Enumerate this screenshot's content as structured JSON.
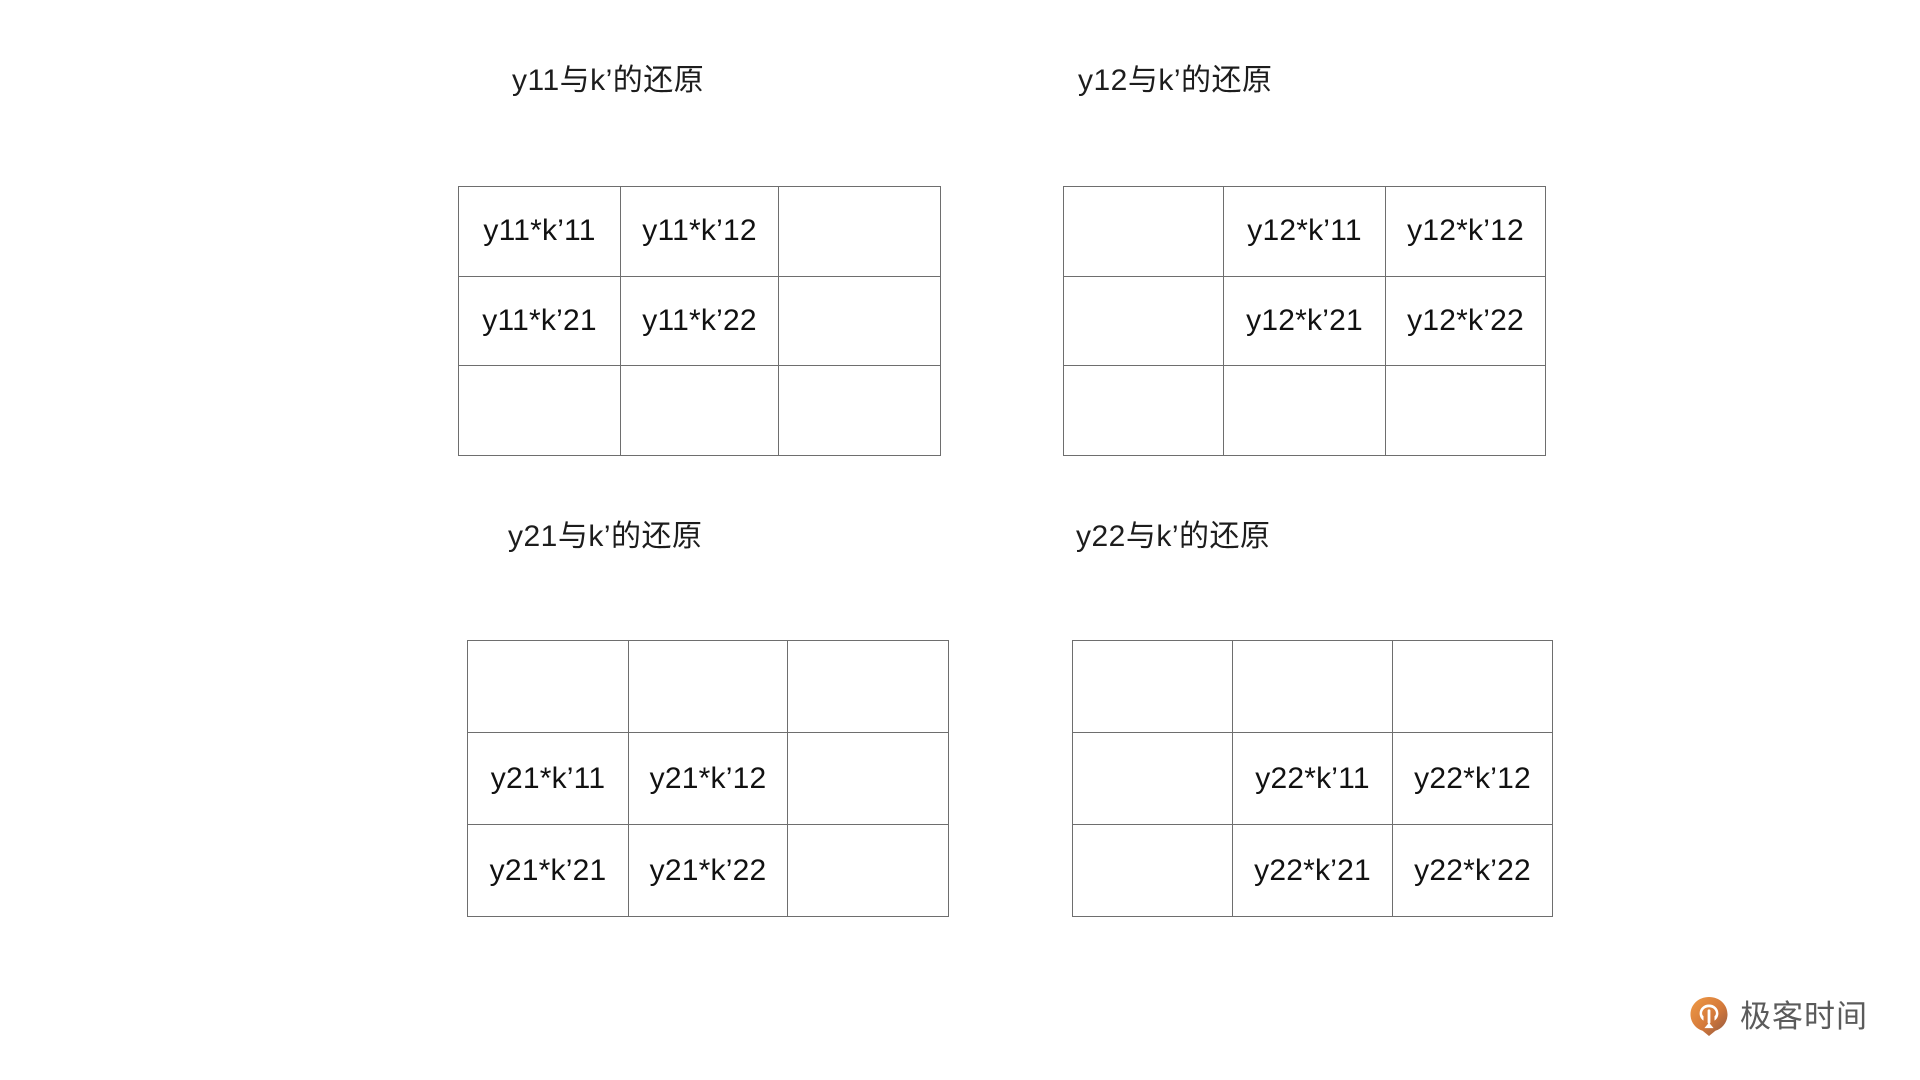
{
  "slide": {
    "background_color": "#ffffff",
    "text_color": "#1a1a1a",
    "border_color": "#6e6e6e"
  },
  "panels": [
    {
      "id": "panel-1",
      "title": "y11与k’的还原",
      "rows": [
        [
          "y11*k’11",
          "y11*k’12",
          ""
        ],
        [
          "y11*k’21",
          "y11*k’22",
          ""
        ],
        [
          "",
          "",
          ""
        ]
      ]
    },
    {
      "id": "panel-2",
      "title": "y12与k’的还原",
      "rows": [
        [
          "",
          "y12*k’11",
          "y12*k’12"
        ],
        [
          "",
          "y12*k’21",
          "y12*k’22"
        ],
        [
          "",
          "",
          ""
        ]
      ]
    },
    {
      "id": "panel-3",
      "title": "y21与k’的还原",
      "rows": [
        [
          "",
          "",
          ""
        ],
        [
          "y21*k’11",
          "y21*k’12",
          ""
        ],
        [
          "y21*k’21",
          "y21*k’22",
          ""
        ]
      ]
    },
    {
      "id": "panel-4",
      "title": "y22与k’的还原",
      "rows": [
        [
          "",
          "",
          ""
        ],
        [
          "",
          "y22*k’11",
          "y22*k’12"
        ],
        [
          "",
          "y22*k’21",
          "y22*k’22"
        ]
      ]
    }
  ],
  "watermark": {
    "text": "极客时间",
    "icon": "geektime-logo-icon",
    "color_start": "#e8883a",
    "color_end": "#9a5a3c",
    "text_color": "#5b5b5b"
  }
}
